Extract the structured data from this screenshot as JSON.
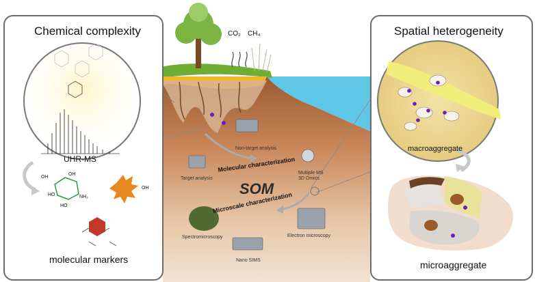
{
  "left_panel": {
    "title": "Chemical complexity",
    "circle_label": "UHR-MS",
    "bottom_label": "molecular markers",
    "molecule_labels": [
      "OH",
      "OH",
      "HO",
      "NH₂",
      "HO",
      "OH"
    ]
  },
  "right_panel": {
    "title": "Spatial heterogeneity",
    "circle_label": "macroaggregate",
    "bottom_label": "microaggregate"
  },
  "center": {
    "gases": [
      "CO₂",
      "CH₄"
    ],
    "center_label": "SOM",
    "arc_top": "Molecular characterization",
    "arc_bottom": "Microscale characterization",
    "instruments": [
      "Non-target analysis",
      "Target analysis",
      "Multiple MS\n3D Omics",
      "Spectromicroscopy",
      "Nano SIMS",
      "Electron microscopy"
    ]
  },
  "colors": {
    "soil_dark": "#8a4d2a",
    "soil_light": "#e9d3bd",
    "water": "#5fc7e6",
    "grass": "#6fae34",
    "marker_purple": "#6a1fb0",
    "panel_border": "#6b6b6b"
  }
}
